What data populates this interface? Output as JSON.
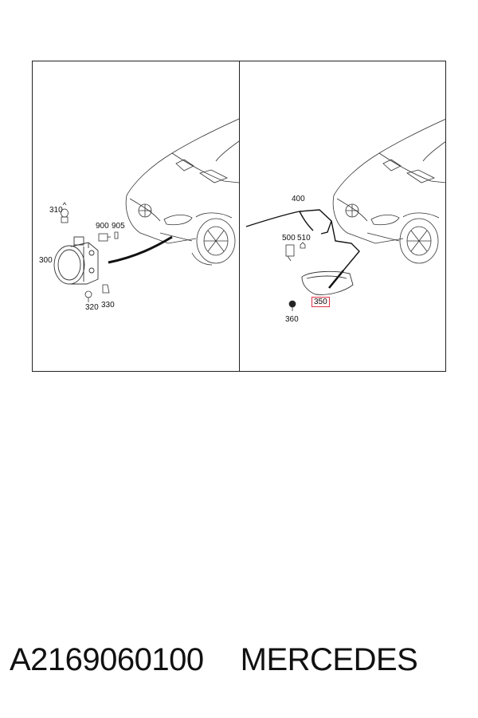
{
  "diagram": {
    "left_panel": {
      "callouts": [
        "310",
        "900",
        "905",
        "300",
        "320",
        "330"
      ]
    },
    "right_panel": {
      "callouts": [
        "400",
        "500",
        "510",
        "350",
        "360"
      ],
      "highlighted": "350"
    }
  },
  "caption": {
    "part_number": "A2169060100",
    "brand": "MERCEDES"
  },
  "colors": {
    "line": "#333333",
    "highlight": "#e0354a"
  }
}
